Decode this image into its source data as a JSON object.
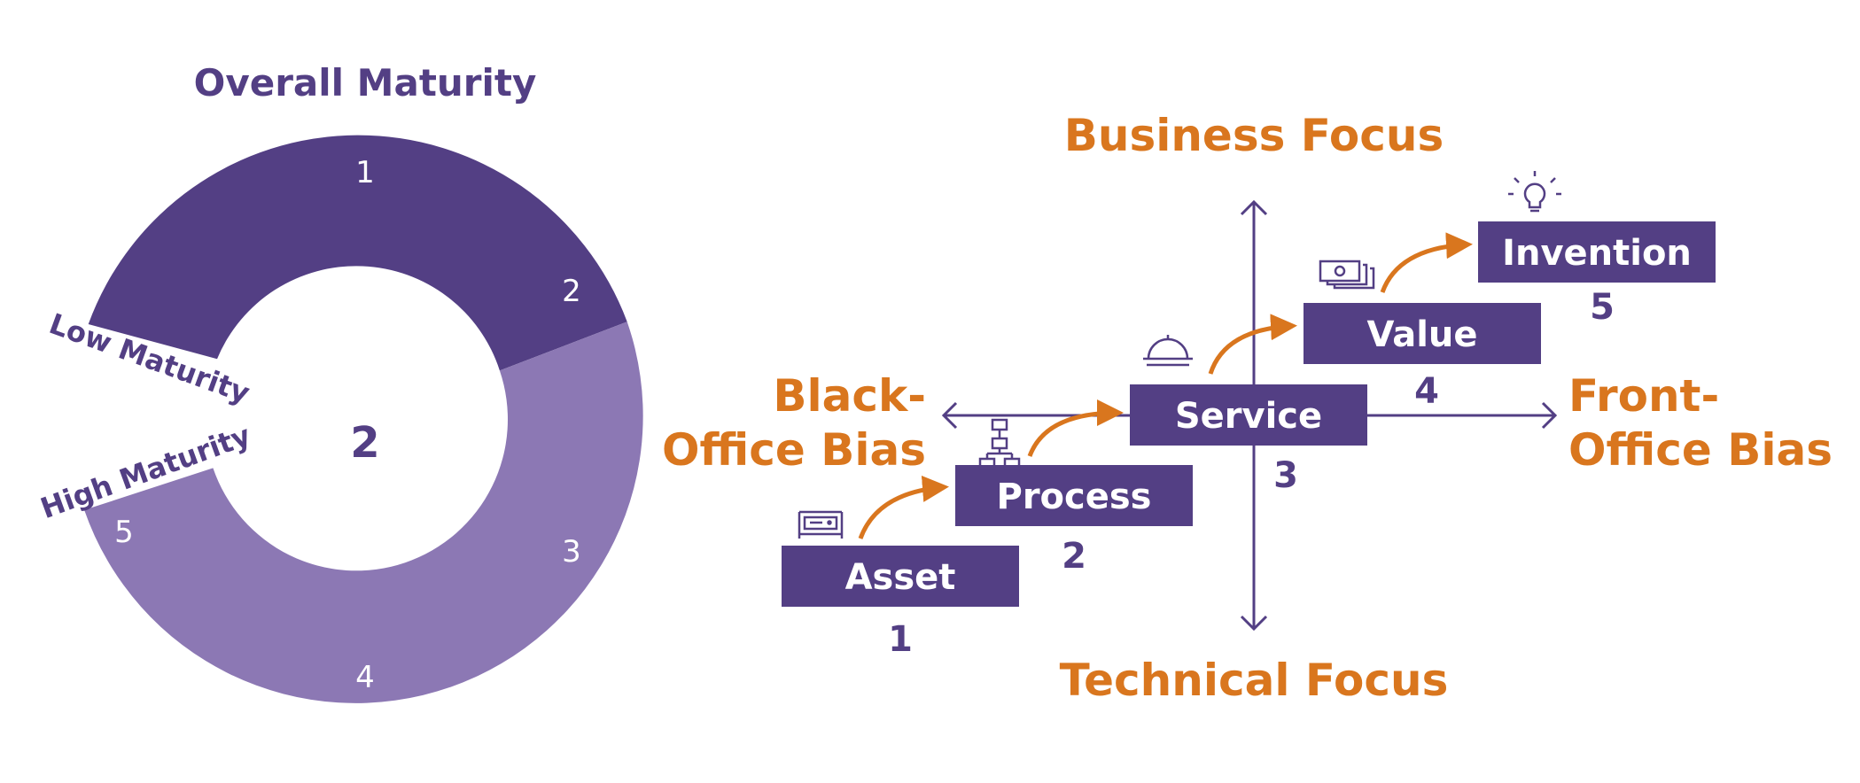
{
  "colors": {
    "dark_purple": "#533F84",
    "light_purple": "#8C78B4",
    "orange": "#D9761E",
    "white": "#FFFFFF"
  },
  "donut": {
    "title": "Overall Maturity",
    "center_value": "2",
    "low_label": "Low Maturity",
    "high_label": "High Maturity",
    "segments": [
      {
        "label": "1",
        "level": "dark"
      },
      {
        "label": "2",
        "level": "dark"
      },
      {
        "label": "3",
        "level": "light"
      },
      {
        "label": "4",
        "level": "light"
      },
      {
        "label": "5",
        "level": "light"
      }
    ]
  },
  "axes": {
    "top": "Business Focus",
    "bottom": "Technical Focus",
    "left_line1": "Black-",
    "left_line2": "Office Bias",
    "right_line1": "Front-",
    "right_line2": "Office Bias"
  },
  "stages": [
    {
      "label": "Asset",
      "number": "1",
      "icon": "server-rack-icon"
    },
    {
      "label": "Process",
      "number": "2",
      "icon": "flowchart-icon"
    },
    {
      "label": "Service",
      "number": "3",
      "icon": "service-bell-icon"
    },
    {
      "label": "Value",
      "number": "4",
      "icon": "money-bills-icon"
    },
    {
      "label": "Invention",
      "number": "5",
      "icon": "lightbulb-icon"
    }
  ]
}
